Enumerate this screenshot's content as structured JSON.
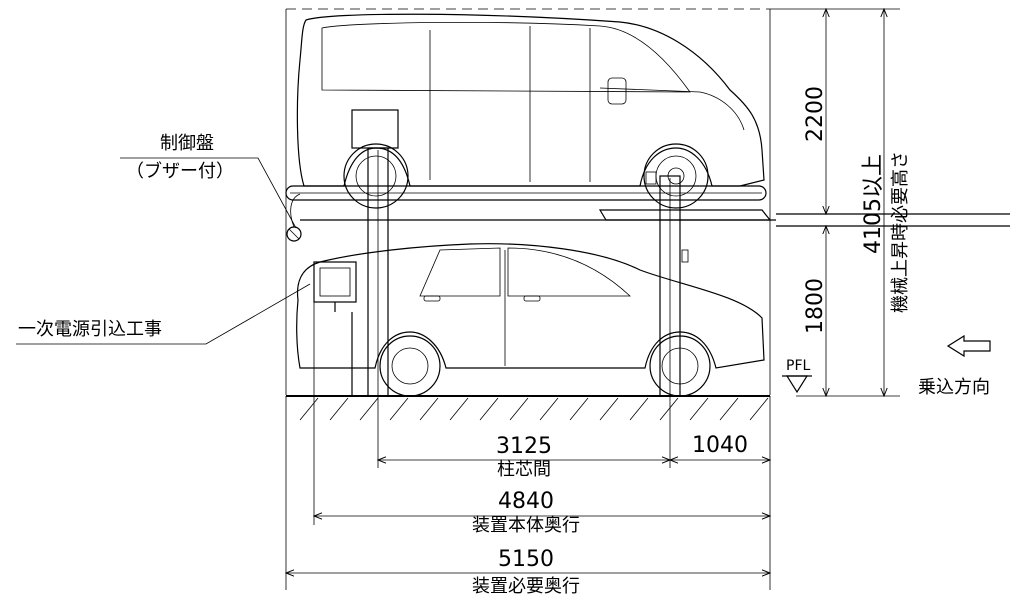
{
  "labels": {
    "control_panel": "制御盤",
    "buzzer": "（ブザー付）",
    "power_work": "一次電源引込工事",
    "pfl": "PFL",
    "entry_direction": "乗込方向"
  },
  "dimensions": {
    "upper_height": "2200",
    "lower_height": "1800",
    "total_height": "4105以上",
    "total_height_label": "機械上昇時必要高さ",
    "pillar_pitch": "3125",
    "pillar_pitch_label": "柱芯間",
    "front_overhang": "1040",
    "body_depth": "4840",
    "body_depth_label": "装置本体奥行",
    "required_depth": "5150",
    "required_depth_label": "装置必要奥行"
  }
}
